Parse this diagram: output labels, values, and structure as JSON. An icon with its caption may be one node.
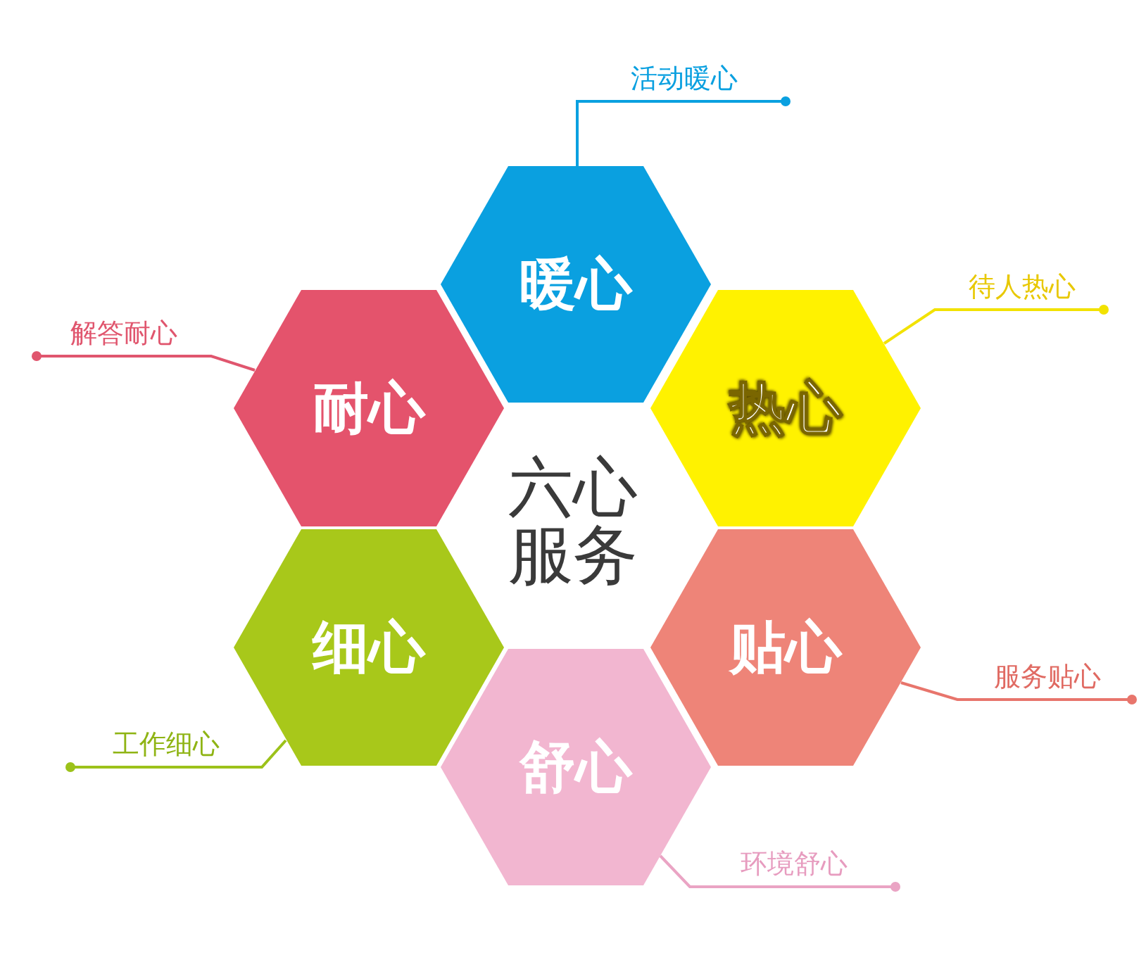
{
  "diagram": {
    "nodes": [
      {
        "text": [
          "暖心"
        ]
      },
      {
        "text": [
          "耐心"
        ]
      },
      {
        "text": [
          "热心"
        ]
      },
      {
        "text": [
          "细心"
        ]
      },
      {
        "text": [
          "贴心"
        ]
      },
      {
        "text": [
          "舒心"
        ]
      },
      {
        "text": [
          "活动暖心"
        ]
      },
      {
        "text": [
          "解答耐心"
        ]
      },
      {
        "text": [
          "待人热心"
        ]
      },
      {
        "text": [
          "工作细心"
        ]
      },
      {
        "text": [
          "服务贴心"
        ]
      },
      {
        "text": [
          "环境舒心"
        ]
      }
    ],
    "edges": [
      {
        "from": 6,
        "to": 0,
        "arrow": "other",
        "color": "#0aa0e0"
      },
      {
        "from": 7,
        "to": 1,
        "arrow": "other",
        "color": "#e0566e"
      },
      {
        "from": 8,
        "to": 2,
        "arrow": "other",
        "color": "#f2e200"
      },
      {
        "from": 9,
        "to": 3,
        "arrow": "other",
        "color": "#9cc21a"
      },
      {
        "from": 10,
        "to": 4,
        "arrow": "other",
        "color": "#e8756c"
      },
      {
        "from": 11,
        "to": 5,
        "arrow": "other",
        "color": "#eaa4c4"
      }
    ],
    "labels": [
      "六心服务"
    ]
  }
}
